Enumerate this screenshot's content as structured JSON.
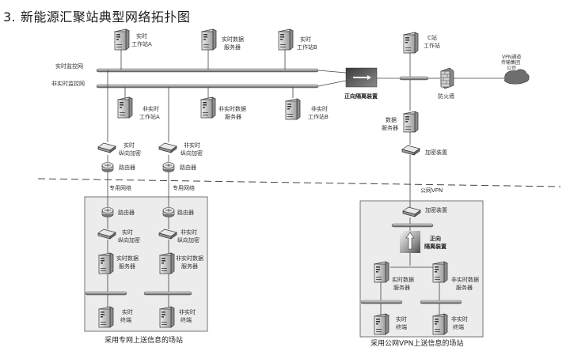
{
  "title": "3. 新能源汇聚站典型网络拓扑图",
  "buses": {
    "realtime": "实时监控网",
    "nonrealtime": "非实时监控网"
  },
  "top_nodes": {
    "rt_ws_a": [
      "实时",
      "工作站A"
    ],
    "rt_data_server": [
      "实时数据",
      "服务器"
    ],
    "rt_ws_b": [
      "实时",
      "工作站B"
    ],
    "nrt_ws_a": [
      "非实时",
      "工作站A"
    ],
    "nrt_data_server": [
      "非实时数据",
      "服务器"
    ],
    "nrt_ws_b": [
      "非实时",
      "工作站B"
    ],
    "rt_vertical_enc": [
      "实时",
      "纵向加密"
    ],
    "nrt_vertical_enc": [
      "非实时",
      "纵向加密"
    ],
    "router_1": "路由器",
    "router_2": "路由器",
    "forward_isolation": "正向隔离装置",
    "c_station_ws": [
      "C站",
      "工作站"
    ],
    "firewall": "防火墙",
    "vpn_cloud": [
      "VPN通道",
      "传输集团",
      "公司"
    ],
    "data_server": [
      "数据",
      "服务器"
    ],
    "encryption_device": "加密装置"
  },
  "links": {
    "dedicated_1": "专用网络",
    "dedicated_2": "专用网络",
    "public_vpn": "公网VPN"
  },
  "left_site": {
    "router_1": "路由器",
    "router_2": "路由器",
    "rt_vertical_enc": [
      "实时",
      "纵向加密"
    ],
    "nrt_vertical_enc": [
      "非实时",
      "纵向加密"
    ],
    "rt_data_server": [
      "实时数据",
      "服务器"
    ],
    "nrt_data_server": [
      "非实时数据",
      "服务器"
    ],
    "rt_terminal": [
      "实时",
      "终端"
    ],
    "nrt_terminal": [
      "非实时",
      "终端"
    ],
    "caption": "采用专网上送信息的场站"
  },
  "right_site": {
    "encryption_device": "加密装置",
    "forward_isolation": [
      "正向",
      "隔离装置"
    ],
    "rt_data_server": [
      "实时数据",
      "服务器"
    ],
    "nrt_data_server": [
      "非实时数据",
      "服务器"
    ],
    "rt_terminal": [
      "实时",
      "终端"
    ],
    "nrt_terminal": [
      "非实时",
      "终端"
    ],
    "caption": "采用公网VPN上送信息的场站"
  }
}
